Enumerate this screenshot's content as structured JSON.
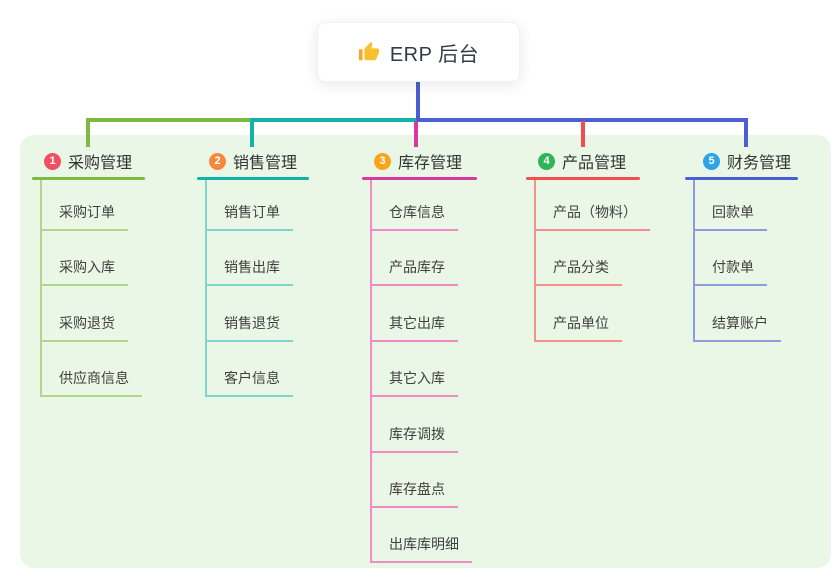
{
  "root": {
    "title": "ERP 后台",
    "icon": "thumbs-up-icon"
  },
  "branches": [
    {
      "badge": "1",
      "title": "采购管理",
      "badge_color": "#F15062",
      "line_color": "#7CBA42",
      "child_line_color": "#AFD787",
      "children": [
        "采购订单",
        "采购入库",
        "采购退货",
        "供应商信息"
      ]
    },
    {
      "badge": "2",
      "title": "销售管理",
      "badge_color": "#F7883C",
      "line_color": "#13B2A6",
      "child_line_color": "#7ED5CB",
      "children": [
        "销售订单",
        "销售出库",
        "销售退货",
        "客户信息"
      ]
    },
    {
      "badge": "3",
      "title": "库存管理",
      "badge_color": "#F9A41B",
      "line_color": "#D93A9D",
      "child_line_color": "#F08CC3",
      "children": [
        "仓库信息",
        "产品库存",
        "其它出库",
        "其它入库",
        "库存调拨",
        "库存盘点",
        "出库库明细"
      ]
    },
    {
      "badge": "4",
      "title": "产品管理",
      "badge_color": "#2FB556",
      "line_color": "#F14F4F",
      "child_line_color": "#F7908D",
      "children": [
        "产品（物料）",
        "产品分类",
        "产品单位"
      ]
    },
    {
      "badge": "5",
      "title": "财务管理",
      "badge_color": "#2BA5E8",
      "line_color": "#4A5FD2",
      "child_line_color": "#8D9CDD",
      "children": [
        "回款单",
        "付款单",
        "结算账户"
      ]
    }
  ],
  "colors": {
    "panel_bg": "#EBF7E6",
    "trunk": "#4A5FD2",
    "root_text": "#333B47",
    "title_text": "#333333",
    "child_text": "#3F3F3F",
    "thumb_icon": "#FBC02D"
  }
}
